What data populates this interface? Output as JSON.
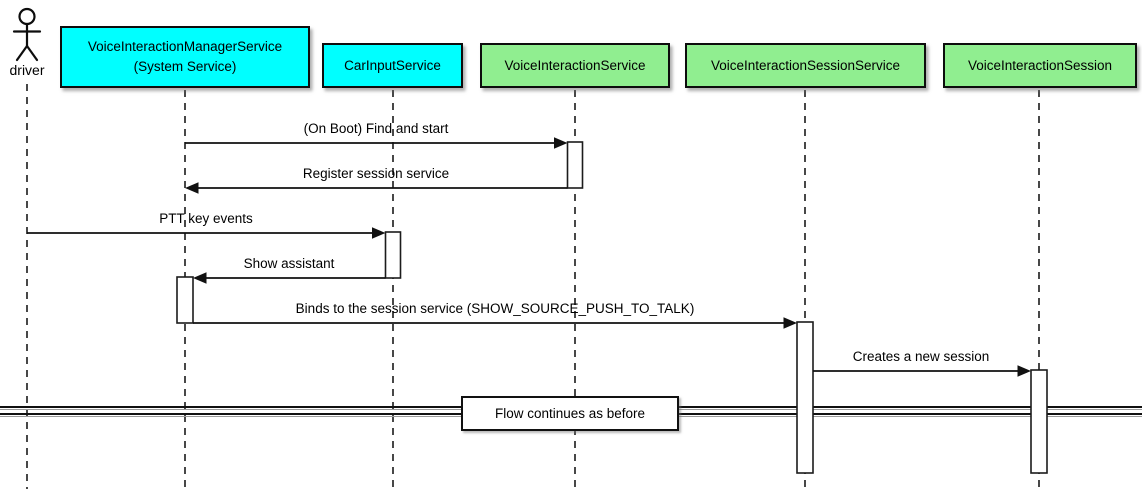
{
  "diagram": {
    "kind": "UML sequence diagram"
  },
  "actor": {
    "label": "driver"
  },
  "participants": [
    {
      "name": "VoiceInteractionManagerService",
      "label": "VoiceInteractionManagerService\n(System Service)",
      "color": "#00ffff"
    },
    {
      "name": "CarInputService",
      "label": "CarInputService",
      "color": "#00ffff"
    },
    {
      "name": "VoiceInteractionService",
      "label": "VoiceInteractionService",
      "color": "#90ee90"
    },
    {
      "name": "VoiceInteractionSessionService",
      "label": "VoiceInteractionSessionService",
      "color": "#90ee90"
    },
    {
      "name": "VoiceInteractionSession",
      "label": "VoiceInteractionSession",
      "color": "#90ee90"
    }
  ],
  "messages": [
    {
      "from": "VoiceInteractionManagerService",
      "to": "VoiceInteractionService",
      "label": "(On Boot) Find and start"
    },
    {
      "from": "VoiceInteractionService",
      "to": "VoiceInteractionManagerService",
      "label": "Register session service"
    },
    {
      "from": "driver",
      "to": "CarInputService",
      "label": "PTT key events"
    },
    {
      "from": "CarInputService",
      "to": "VoiceInteractionManagerService",
      "label": "Show assistant"
    },
    {
      "from": "VoiceInteractionManagerService",
      "to": "VoiceInteractionSessionService",
      "label": "Binds to the session service (SHOW_SOURCE_PUSH_TO_TALK)"
    },
    {
      "from": "VoiceInteractionSessionService",
      "to": "VoiceInteractionSession",
      "label": "Creates a new session"
    }
  ],
  "divider": {
    "label": "Flow continues as before"
  },
  "colors": {
    "participant_cyan": "#00ffff",
    "participant_green": "#90ee90",
    "line": "#000000",
    "background": "#ffffff"
  }
}
